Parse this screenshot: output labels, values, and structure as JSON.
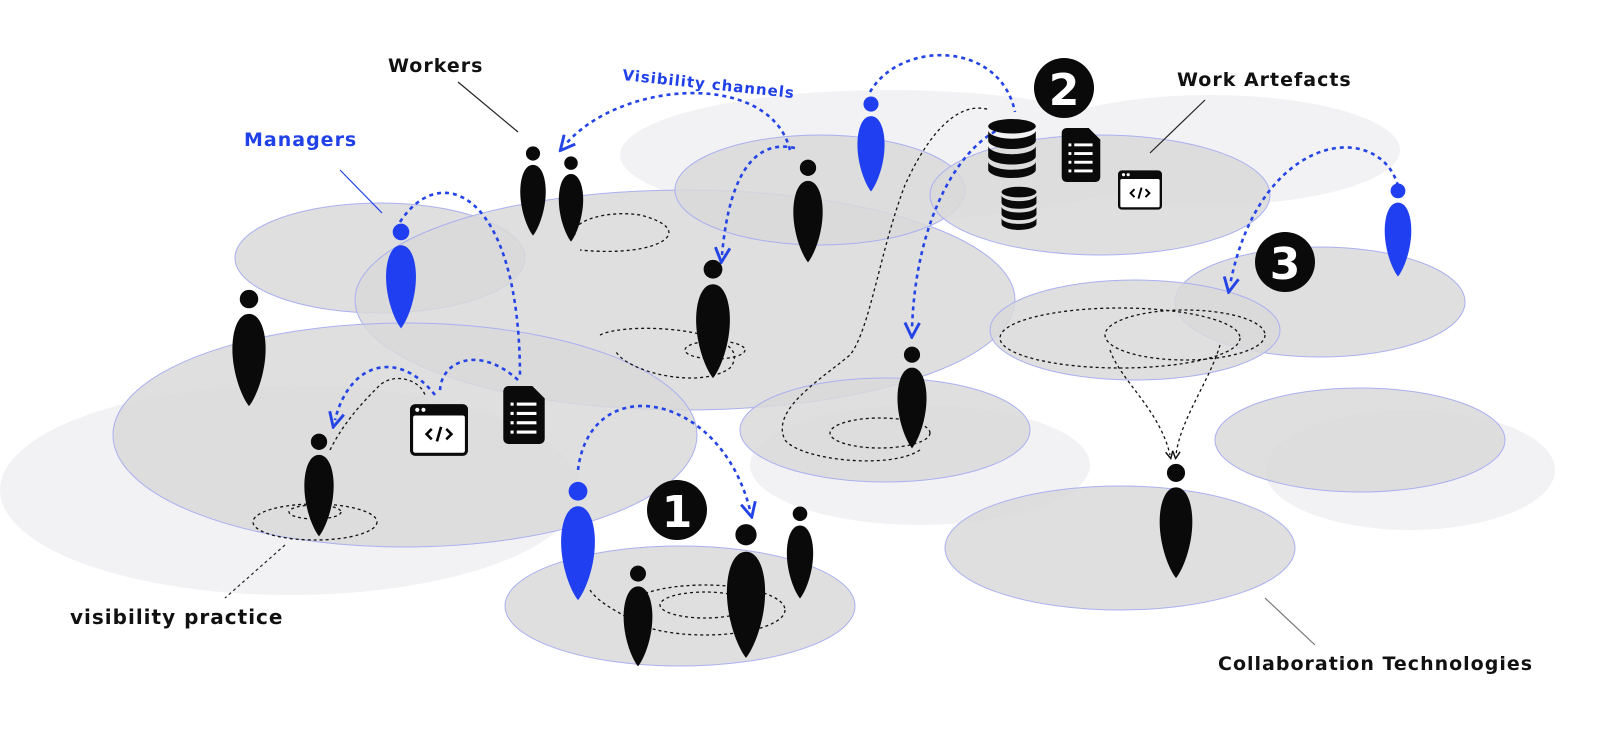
{
  "labels": {
    "workers": "Workers",
    "managers": "Managers",
    "visibility_channels": "Visibility channels",
    "work_artefacts": "Work Artefacts",
    "visibility_practice": "visibility practice",
    "collaboration_technologies": "Collaboration Technologies"
  },
  "markers": {
    "one": "1",
    "two": "2",
    "three": "3"
  },
  "colors": {
    "manager": "#1f3ff0",
    "worker": "#0a0a0a",
    "channel": "#2444e6",
    "platform_fill": "#d9d9d9",
    "platform_stroke": "#aab0f0",
    "practice_trail": "#111111"
  },
  "icons": {
    "worker": "person-icon",
    "manager": "person-icon",
    "database": "database-icon",
    "document": "document-icon",
    "code_window": "code-window-icon"
  }
}
